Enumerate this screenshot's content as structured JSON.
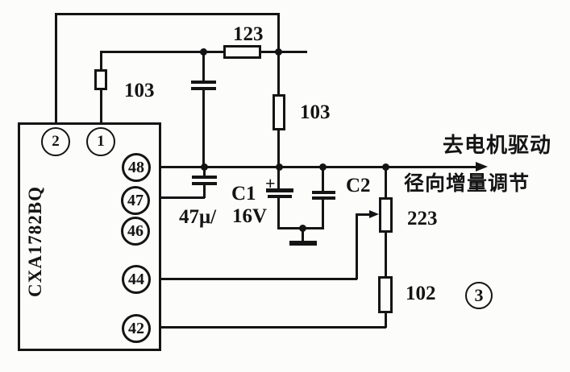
{
  "chip": {
    "name": "CXA1782BQ",
    "top_pins": [
      "2",
      "1"
    ],
    "side_pins": [
      "48",
      "47",
      "46",
      "44",
      "42"
    ]
  },
  "resistors": {
    "r_top": "123",
    "r_left": "103",
    "r_mid": "103",
    "pot": "223",
    "r_bottom": "102"
  },
  "capacitors": {
    "c1_label": "C1",
    "c1_value": "47μ/",
    "c1_voltage": "16V",
    "c2_label": "C2",
    "polarity_mark": "+"
  },
  "annotations": {
    "output_arrow": "去电机驱动",
    "adjust_note": "径向增量调节",
    "callout_3": "3"
  },
  "colors": {
    "ink": "#141414",
    "paper": "#fcfcfb"
  }
}
